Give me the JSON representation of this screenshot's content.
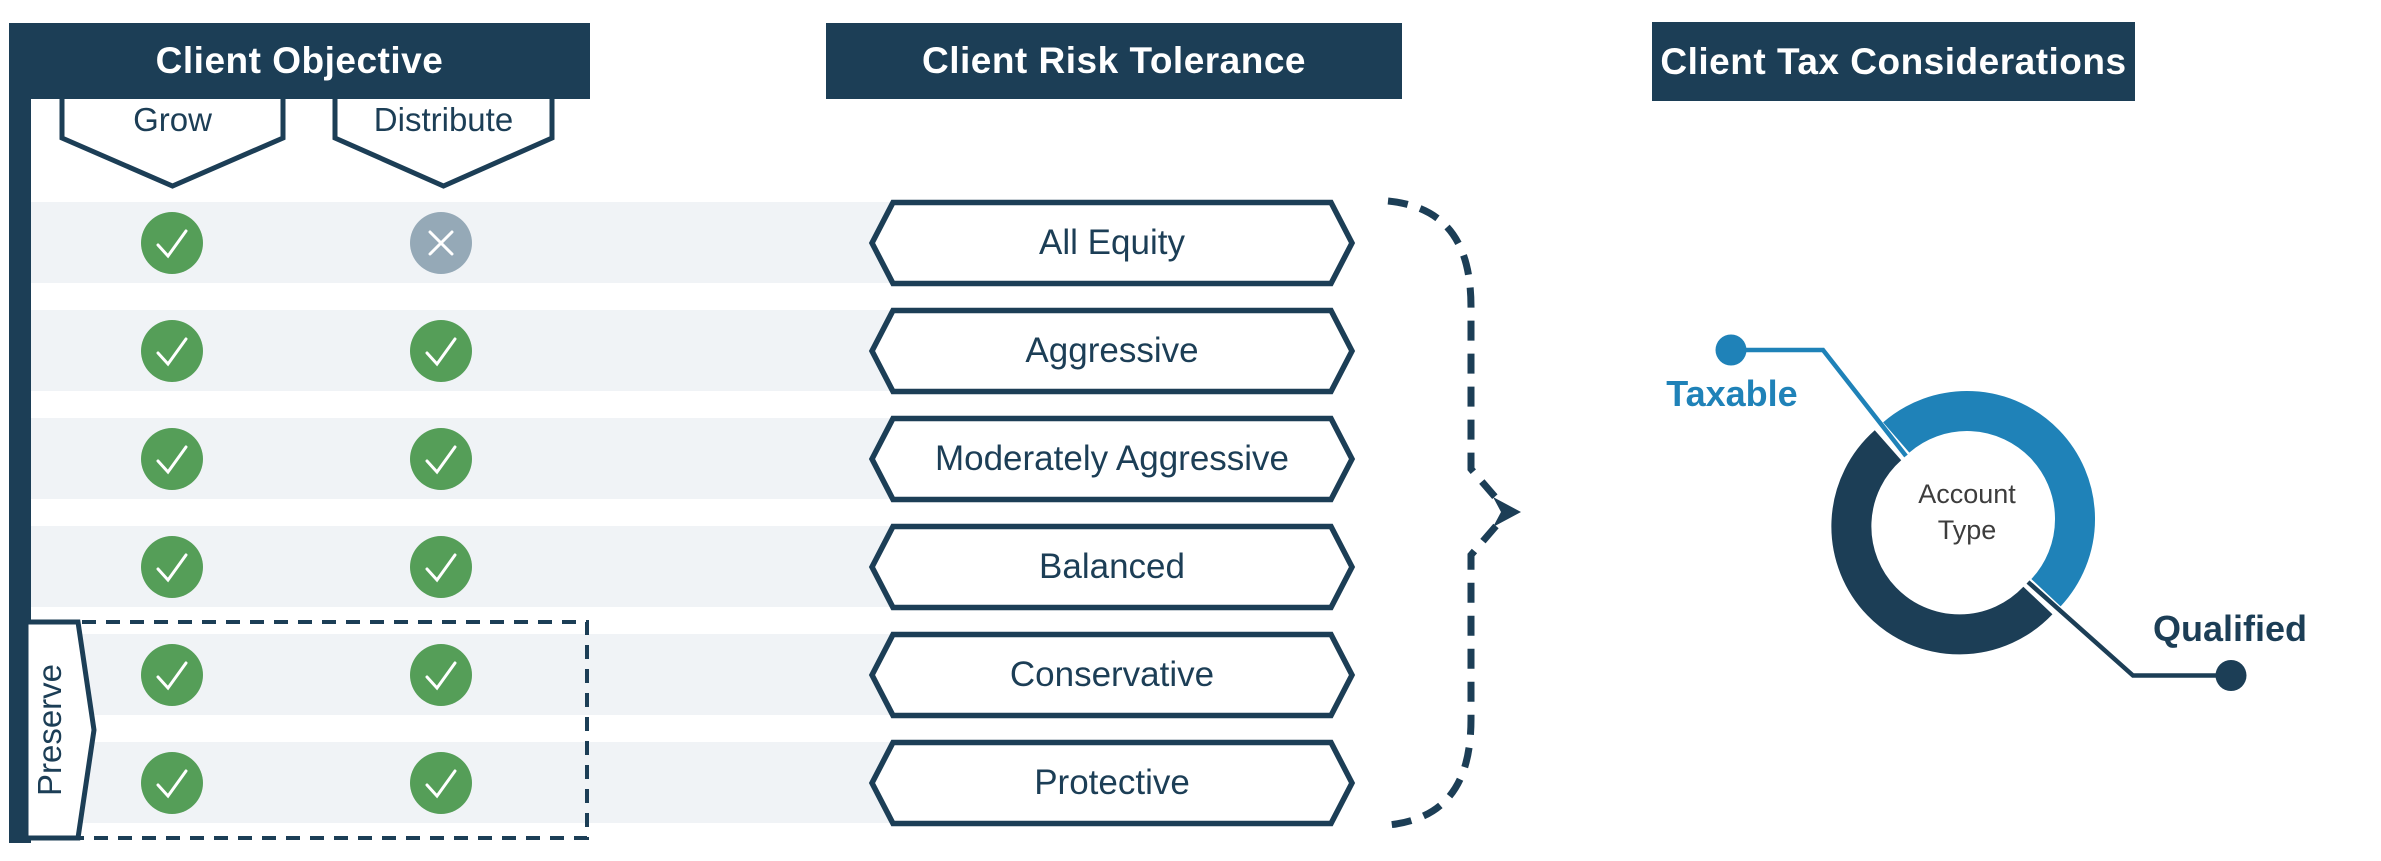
{
  "sections": {
    "objective": {
      "title": "Client Objective",
      "columns": {
        "grow": "Grow",
        "distribute": "Distribute"
      },
      "preserve_label": "Preserve",
      "rows": [
        {
          "grow": "check",
          "distribute": "cross"
        },
        {
          "grow": "check",
          "distribute": "check"
        },
        {
          "grow": "check",
          "distribute": "check"
        },
        {
          "grow": "check",
          "distribute": "check"
        },
        {
          "grow": "check",
          "distribute": "check"
        },
        {
          "grow": "check",
          "distribute": "check"
        }
      ]
    },
    "risk": {
      "title": "Client Risk Tolerance",
      "levels": [
        "All Equity",
        "Aggressive",
        "Moderately Aggressive",
        "Balanced",
        "Conservative",
        "Protective"
      ]
    },
    "tax": {
      "title": "Client Tax Considerations",
      "donut": {
        "center_label_line1": "Account",
        "center_label_line2": "Type",
        "segments": [
          {
            "label": "Taxable",
            "color": "#1F82B8"
          },
          {
            "label": "Qualified",
            "color": "#1C3E56"
          }
        ]
      }
    }
  },
  "colors": {
    "navy": "#1C3E56",
    "blue": "#1F82B8",
    "green": "#559E58",
    "gray_cross": "#95A9B7",
    "row_band": "#F0F3F6",
    "center_text": "#3D3D3D"
  }
}
